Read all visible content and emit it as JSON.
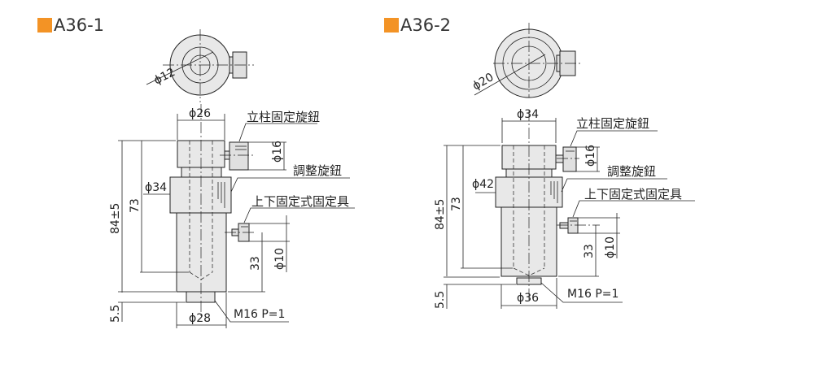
{
  "accent_color": "#f39325",
  "drawings": [
    {
      "title": "A36-1",
      "top_view_dia": "ϕ12",
      "top_dia": "ϕ26",
      "collar_dia": "ϕ34",
      "bottom_dia": "ϕ28",
      "overall_height": "84±5",
      "depth": "73",
      "base_height": "5.5",
      "knob_dia": "ϕ16",
      "lock_dia": "ϕ10",
      "lock_height": "33",
      "thread": "M16  P=1",
      "labels": {
        "column_knob": "立柱固定旋鈕",
        "adjust_knob": "調整旋鈕",
        "lock": "上下固定式固定具"
      }
    },
    {
      "title": "A36-2",
      "top_view_dia": "ϕ20",
      "top_dia": "ϕ34",
      "collar_dia": "ϕ42",
      "bottom_dia": "ϕ36",
      "overall_height": "84±5",
      "depth": "73",
      "base_height": "5.5",
      "knob_dia": "ϕ16",
      "lock_dia": "ϕ10",
      "lock_height": "33",
      "thread": "M16  P=1",
      "labels": {
        "column_knob": "立柱固定旋鈕",
        "adjust_knob": "調整旋鈕",
        "lock": "上下固定式固定具"
      }
    }
  ]
}
